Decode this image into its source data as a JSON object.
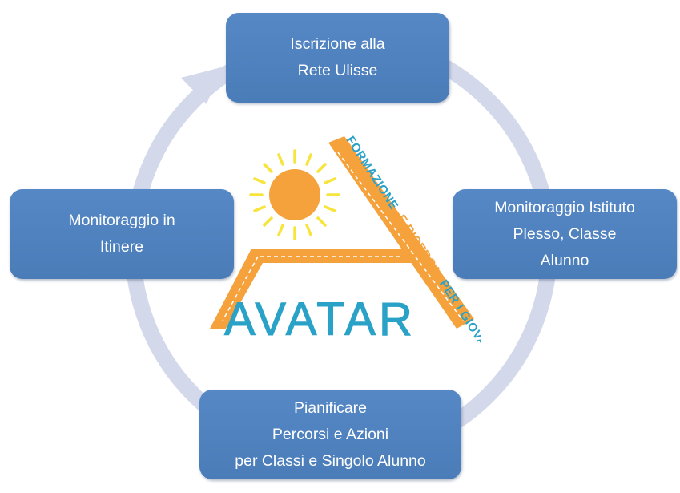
{
  "diagram": {
    "steps": [
      {
        "id": "top",
        "lines": [
          "Iscrizione alla",
          "Rete Ulisse"
        ]
      },
      {
        "id": "right",
        "lines": [
          "Monitoraggio Istituto",
          "Plesso, Classe",
          "Alunno"
        ]
      },
      {
        "id": "bottom",
        "lines": [
          "Pianificare",
          "Percorsi e Azioni",
          "per Classi e Singolo Alunno"
        ]
      },
      {
        "id": "left",
        "lines": [
          "Monitoraggio in",
          "Itinere"
        ]
      }
    ]
  },
  "logo": {
    "name": "AVATAR",
    "tagline_1": "FORMAZIONE",
    "tagline_2": "E RICERCA",
    "tagline_3": "PER I GIOVANI"
  },
  "colors": {
    "box": "#4f81bd",
    "ring": "#d3d9ea",
    "logo_orange": "#f5a23c",
    "logo_blue": "#2aa2c7",
    "sun_yellow": "#f7e43c"
  }
}
